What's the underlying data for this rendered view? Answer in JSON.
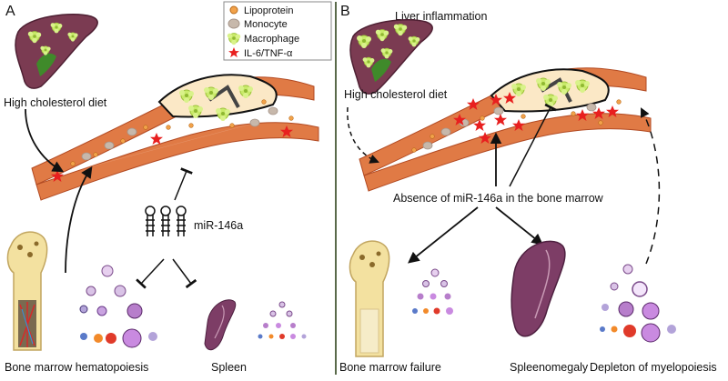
{
  "panel_a": {
    "letter": "A",
    "labels": {
      "diet": "High cholesterol diet",
      "mirna": "miR-146a",
      "bone_marrow": "Bone marrow hematopoiesis",
      "spleen": "Spleen"
    }
  },
  "panel_b": {
    "letter": "B",
    "labels": {
      "liver": "Liver inflammation",
      "diet": "High cholesterol diet",
      "absence": "Absence of miR-146a in the bone marrow",
      "failure": "Bone marrow failure",
      "splenomegaly": "Spleenomegaly",
      "depletion": "Depleton of myelopoiesis"
    }
  },
  "legend": {
    "items": [
      {
        "label": "Lipoprotein",
        "icon": "lipoprotein-icon"
      },
      {
        "label": "Monocyte",
        "icon": "monocyte-icon"
      },
      {
        "label": "Macrophage",
        "icon": "macrophage-icon"
      },
      {
        "label": "IL-6/TNF-α",
        "icon": "star-icon"
      }
    ]
  },
  "colors": {
    "vessel": "#e07a45",
    "vessel_dark": "#b24a22",
    "liver": "#7b3b52",
    "lipoprotein": "#f2a24a",
    "monocyte": "#c7b8ab",
    "macrophage": "#c9ea6a",
    "star": "#e81f1f",
    "bone": "#f3e1a0",
    "spleen": "#7d3d66"
  }
}
